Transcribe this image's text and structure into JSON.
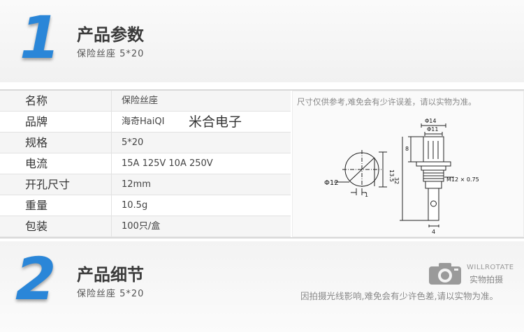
{
  "section1": {
    "number": "1",
    "title": "产品参数",
    "subtitle": "保险丝座 5*20"
  },
  "section2": {
    "number": "2",
    "title": "产品细节",
    "subtitle": "保险丝座 5*20"
  },
  "params": [
    {
      "name": "名称",
      "value": "保险丝座"
    },
    {
      "name": "品牌",
      "value": "海奇HaiQI",
      "extra": "米合电子"
    },
    {
      "name": "规格",
      "value": "5*20"
    },
    {
      "name": "电流",
      "value": "15A 125V 10A 250V"
    },
    {
      "name": "开孔尺寸",
      "value": "12mm"
    },
    {
      "name": "重量",
      "value": "10.5g"
    },
    {
      "name": "包装",
      "value": "100只/盒"
    }
  ],
  "diagram": {
    "note": "尺寸仅供参考,难免会有少许误差，请以实物为准。",
    "labels": {
      "phi12": "Φ12",
      "dim1": "1",
      "dim13_5": "13.5",
      "phi14": "Φ14",
      "phi11": "Φ11",
      "dim8": "8",
      "dim32": "32",
      "thread": "M12 × 0.75",
      "dim4": "4"
    }
  },
  "footer": {
    "brand_top": "WILLROTATE",
    "brand_bottom": "实物拍摄",
    "note": "因拍摄光线影响,难免会有少许色差,请以实物为准。"
  }
}
